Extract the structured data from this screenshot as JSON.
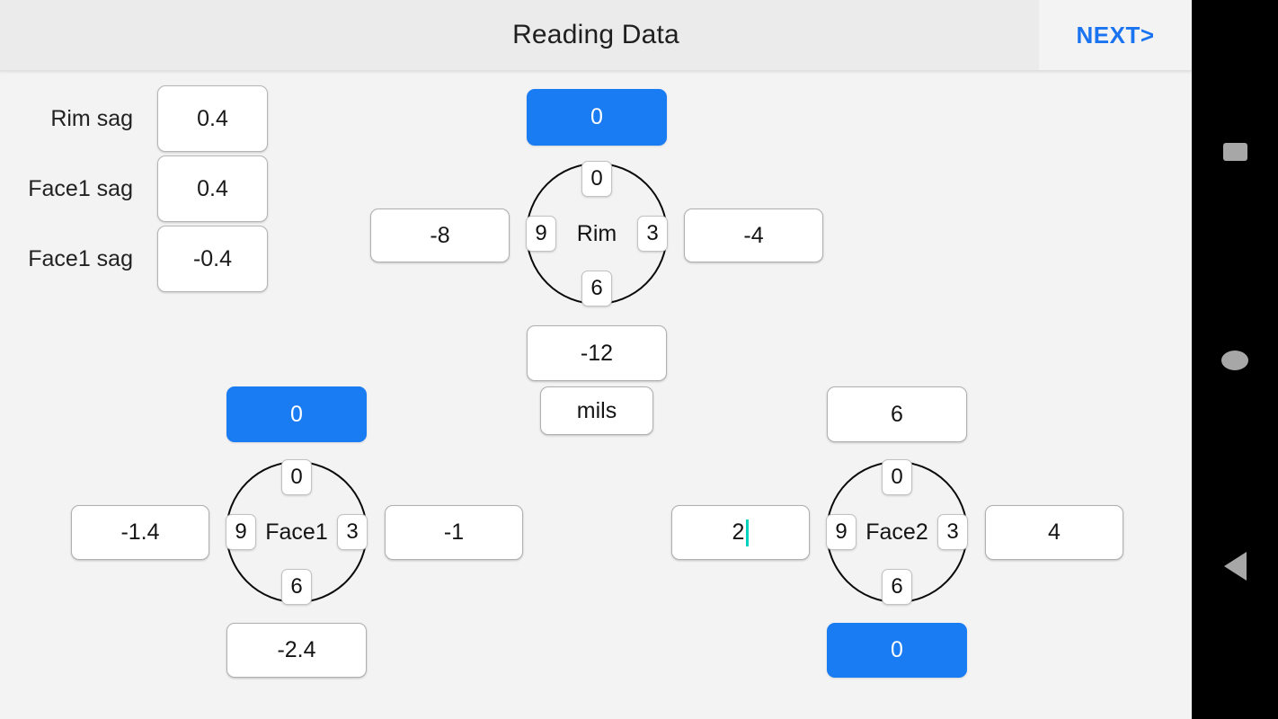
{
  "header": {
    "title": "Reading Data",
    "next_label": "NEXT>"
  },
  "colors": {
    "accent_blue": "#1a7cf2",
    "next_link": "#1a73f0",
    "caret": "#00d2bd",
    "app_background": "#f3f3f3",
    "header_background": "#ebebeb",
    "navbar_background": "#000000",
    "nav_glyph": "#a7a7a7"
  },
  "sag_rows": [
    {
      "label": "Rim sag",
      "value": "0.4"
    },
    {
      "label": "Face1 sag",
      "value": "0.4"
    },
    {
      "label": "Face1 sag",
      "value": "-0.4"
    }
  ],
  "units": {
    "value": "mils"
  },
  "dials": [
    {
      "name": "Rim",
      "ticks": {
        "t0": "0",
        "t3": "3",
        "t6": "6",
        "t9": "9"
      },
      "top": {
        "value": "0",
        "highlighted": true,
        "focused": false
      },
      "left": {
        "value": "-8",
        "highlighted": false,
        "focused": false
      },
      "right": {
        "value": "-4",
        "highlighted": false,
        "focused": false
      },
      "bottom": {
        "value": "-12",
        "highlighted": false,
        "focused": false
      }
    },
    {
      "name": "Face1",
      "ticks": {
        "t0": "0",
        "t3": "3",
        "t6": "6",
        "t9": "9"
      },
      "top": {
        "value": "0",
        "highlighted": true,
        "focused": false
      },
      "left": {
        "value": "-1.4",
        "highlighted": false,
        "focused": false
      },
      "right": {
        "value": "-1",
        "highlighted": false,
        "focused": false
      },
      "bottom": {
        "value": "-2.4",
        "highlighted": false,
        "focused": false
      }
    },
    {
      "name": "Face2",
      "ticks": {
        "t0": "0",
        "t3": "3",
        "t6": "6",
        "t9": "9"
      },
      "top": {
        "value": "6",
        "highlighted": false,
        "focused": false
      },
      "left": {
        "value": "2",
        "highlighted": false,
        "focused": true
      },
      "right": {
        "value": "4",
        "highlighted": false,
        "focused": false
      },
      "bottom": {
        "value": "0",
        "highlighted": true,
        "focused": false
      }
    }
  ],
  "navbar": {
    "recents_label": "recents",
    "home_label": "home",
    "back_label": "back"
  }
}
